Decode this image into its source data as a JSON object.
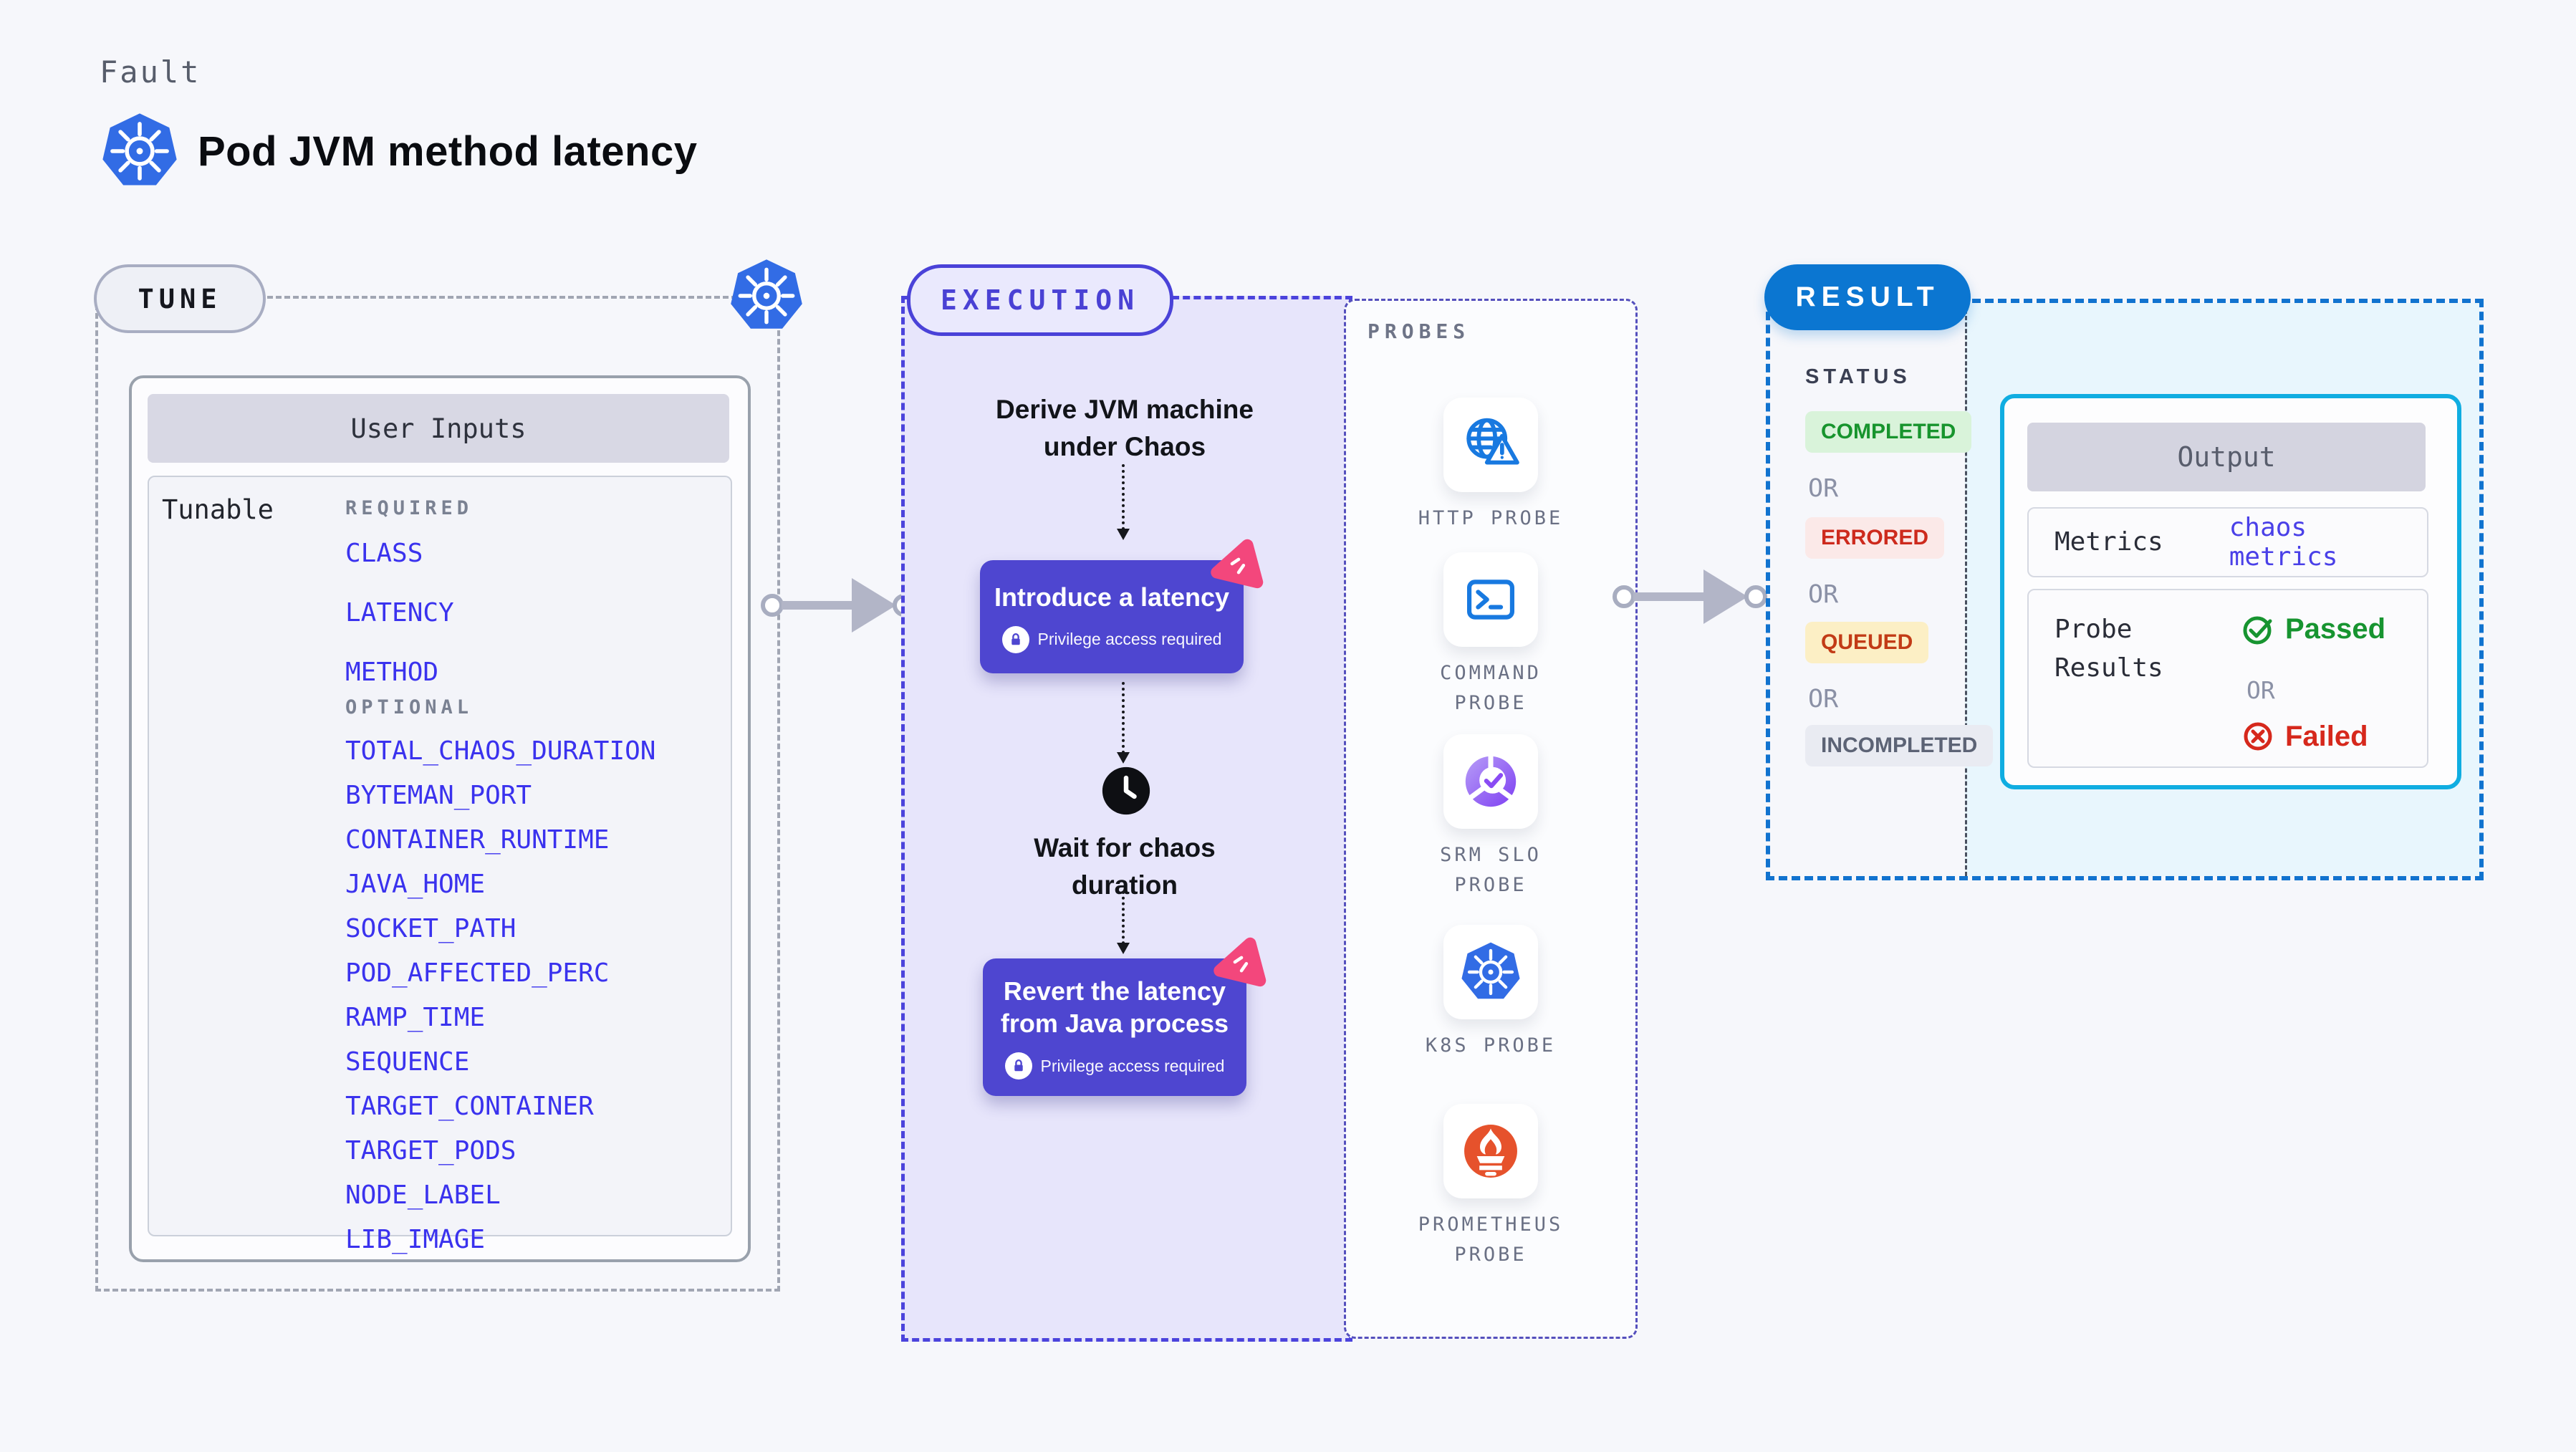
{
  "header": {
    "eyebrow": "Fault",
    "title": "Pod JVM method latency"
  },
  "tune": {
    "badge": "TUNE",
    "card_title": "User Inputs",
    "row_label": "Tunable",
    "required_label": "REQUIRED",
    "optional_label": "OPTIONAL",
    "required": [
      "CLASS",
      "LATENCY",
      "METHOD"
    ],
    "optional": [
      "TOTAL_CHAOS_DURATION",
      "BYTEMAN_PORT",
      "CONTAINER_RUNTIME",
      "JAVA_HOME",
      "SOCKET_PATH",
      "POD_AFFECTED_PERC",
      "RAMP_TIME",
      "SEQUENCE",
      "TARGET_CONTAINER",
      "TARGET_PODS",
      "NODE_LABEL",
      "LIB_IMAGE"
    ]
  },
  "execution": {
    "badge": "EXECUTION",
    "derive_step": "Derive JVM machine\nunder Chaos",
    "introduce_step": "Introduce a latency",
    "wait_step": "Wait for chaos\nduration",
    "revert_step": "Revert the latency\nfrom Java process",
    "privilege_note": "Privilege access required"
  },
  "probes": {
    "panel_label": "PROBES",
    "items": [
      {
        "icon": "http-probe-icon",
        "label": "HTTP PROBE"
      },
      {
        "icon": "command-probe-icon",
        "label": "COMMAND\nPROBE"
      },
      {
        "icon": "srm-slo-probe-icon",
        "label": "SRM SLO\nPROBE"
      },
      {
        "icon": "k8s-probe-icon",
        "label": "K8S PROBE"
      },
      {
        "icon": "prometheus-probe-icon",
        "label": "PROMETHEUS\nPROBE"
      }
    ]
  },
  "result": {
    "badge": "RESULT",
    "status_label": "STATUS",
    "or_label": "OR",
    "statuses": [
      {
        "label": "COMPLETED",
        "kind": "success"
      },
      {
        "label": "ERRORED",
        "kind": "error"
      },
      {
        "label": "QUEUED",
        "kind": "queued"
      },
      {
        "label": "INCOMPLETED",
        "kind": "incomplete"
      }
    ],
    "output": {
      "title": "Output",
      "metrics_label": "Metrics",
      "metrics_value": "chaos metrics",
      "probe_results_label": "Probe Results",
      "passed_label": "Passed",
      "failed_label": "Failed",
      "or_label": "OR"
    }
  },
  "colors": {
    "accent_indigo": "#4a42d8",
    "node_purple": "#4e46d0",
    "result_blue": "#0b76d1",
    "output_border_cyan": "#10ade1",
    "param_link_blue": "#3a32ee",
    "success_green": "#17942d",
    "error_red": "#cd2a1d",
    "queued_bg_yellow": "#fcefc5",
    "pink_spark": "#f3477c",
    "k8s_blue": "#326ce5",
    "prometheus_orange": "#e6522c"
  }
}
